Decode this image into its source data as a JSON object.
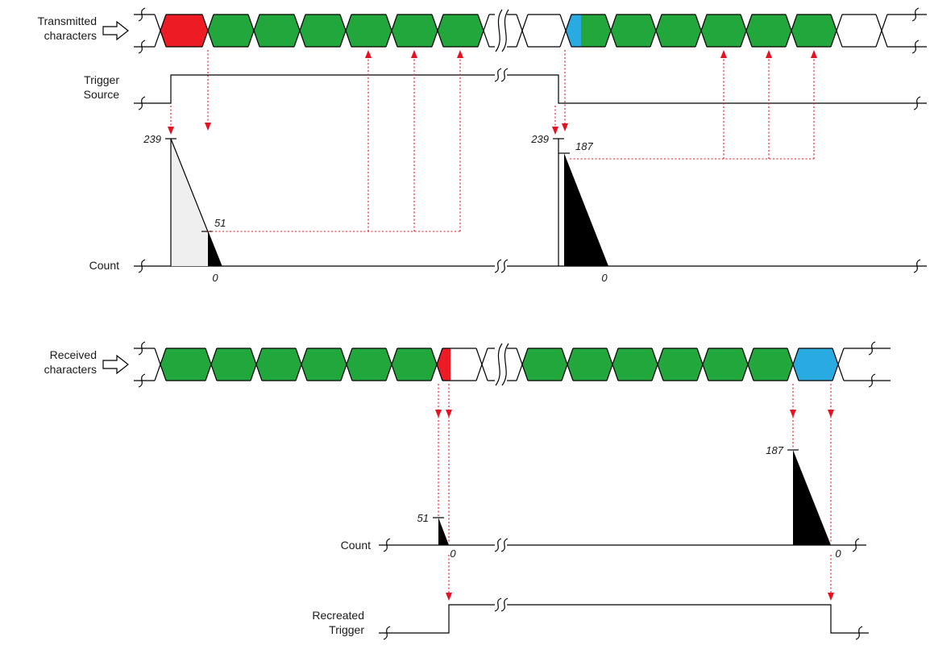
{
  "colors": {
    "green": "#22a73c",
    "red": "#ed1c24",
    "blue": "#29abe2",
    "ramp_gray": "#efefef",
    "black": "#000000",
    "annotation": "#e8101e",
    "background": "#ffffff"
  },
  "top": {
    "bus_label": [
      "Transmitted",
      "characters"
    ],
    "trigger_label": [
      "Trigger",
      "Source"
    ],
    "count_label": "Count",
    "counts": {
      "c1_max": "239",
      "c1_val": "51",
      "c1_zero": "0",
      "c2_max": "239",
      "c2_val": "187",
      "c2_zero": "0"
    },
    "bus_cells_1": [
      "red",
      "green",
      "green",
      "green",
      "green",
      "green",
      "green"
    ],
    "bus_cells_2": [
      "white",
      "blue_green",
      "green",
      "green",
      "green",
      "green",
      "green",
      "white"
    ]
  },
  "bottom": {
    "bus_label": [
      "Received",
      "characters"
    ],
    "count_label": "Count",
    "trigger_label": [
      "Recreated",
      "Trigger"
    ],
    "counts": {
      "c1_val": "51",
      "c1_zero": "0",
      "c2_val": "187",
      "c2_zero": "0"
    },
    "bus_cells_1": [
      "green",
      "green",
      "green",
      "green",
      "green",
      "green",
      "red_white"
    ],
    "bus_cells_2": [
      "green",
      "green",
      "green",
      "green",
      "green",
      "green",
      "blue"
    ]
  }
}
